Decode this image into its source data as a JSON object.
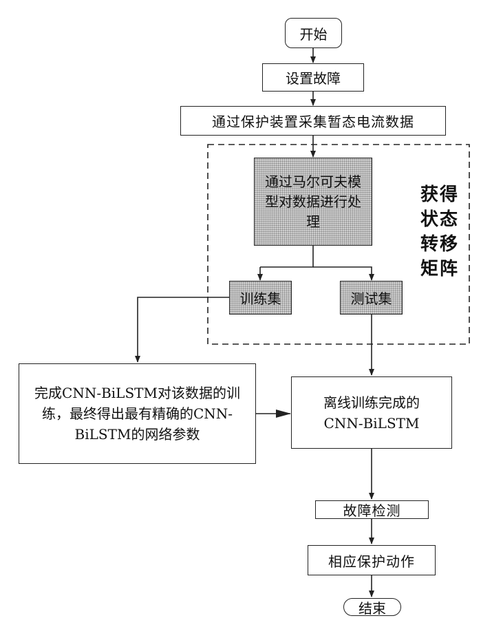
{
  "flowchart": {
    "start": "开始",
    "set_fault": "设置故障",
    "collect": "通过保护装置采集暂态电流数据",
    "markov": "通过马尔可夫模型对数据进行处理",
    "train_set": "训练集",
    "test_set": "测试集",
    "group_label": "获得状态转移矩阵",
    "cnn_train": "完成CNN-BiLSTM对该数据的训练，最终得出最有精确的CNN-BiLSTM的网络参数",
    "offline": "离线训练完成的CNN-BiLSTM",
    "fault_detect": "故障检测",
    "protect_action": "相应保护动作",
    "end": "结束"
  },
  "colors": {
    "line": "#222222",
    "shade": "#bdbdbd"
  }
}
